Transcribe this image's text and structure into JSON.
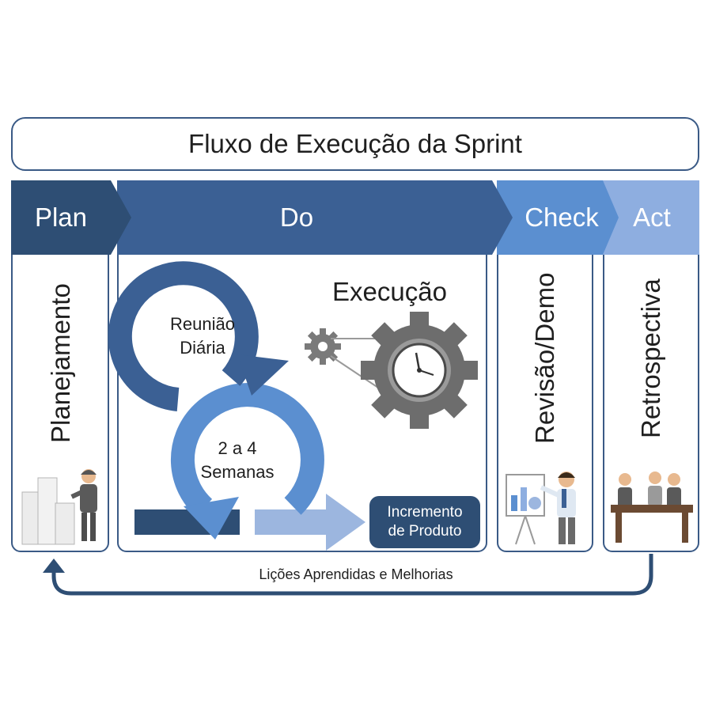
{
  "title": "Fluxo de Execução da Sprint",
  "phases": {
    "plan": {
      "label": "Plan",
      "caption": "Planejamento",
      "color": "#2e4e74"
    },
    "do": {
      "label": "Do",
      "caption": "Execução",
      "color": "#3b6094"
    },
    "check": {
      "label": "Check",
      "caption": "Revisão/Demo",
      "color": "#5b8fd0"
    },
    "act": {
      "label": "Act",
      "caption": "Retrospectiva",
      "color": "#8eaee0"
    }
  },
  "do_cycle": {
    "daily_line1": "Reunião",
    "daily_line2": "Diária",
    "weeks_line1": "2 a 4",
    "weeks_line2": "Semanas",
    "increment_line1": "Incremento",
    "increment_line2": "de Produto"
  },
  "feedback": {
    "label": "Lições Aprendidas e Melhorias"
  },
  "icons": [
    "stopwatch-gear-icon",
    "gear-icon",
    "paper-stack-icon",
    "businessman-icon",
    "presenter-icon",
    "meeting-table-icon"
  ]
}
